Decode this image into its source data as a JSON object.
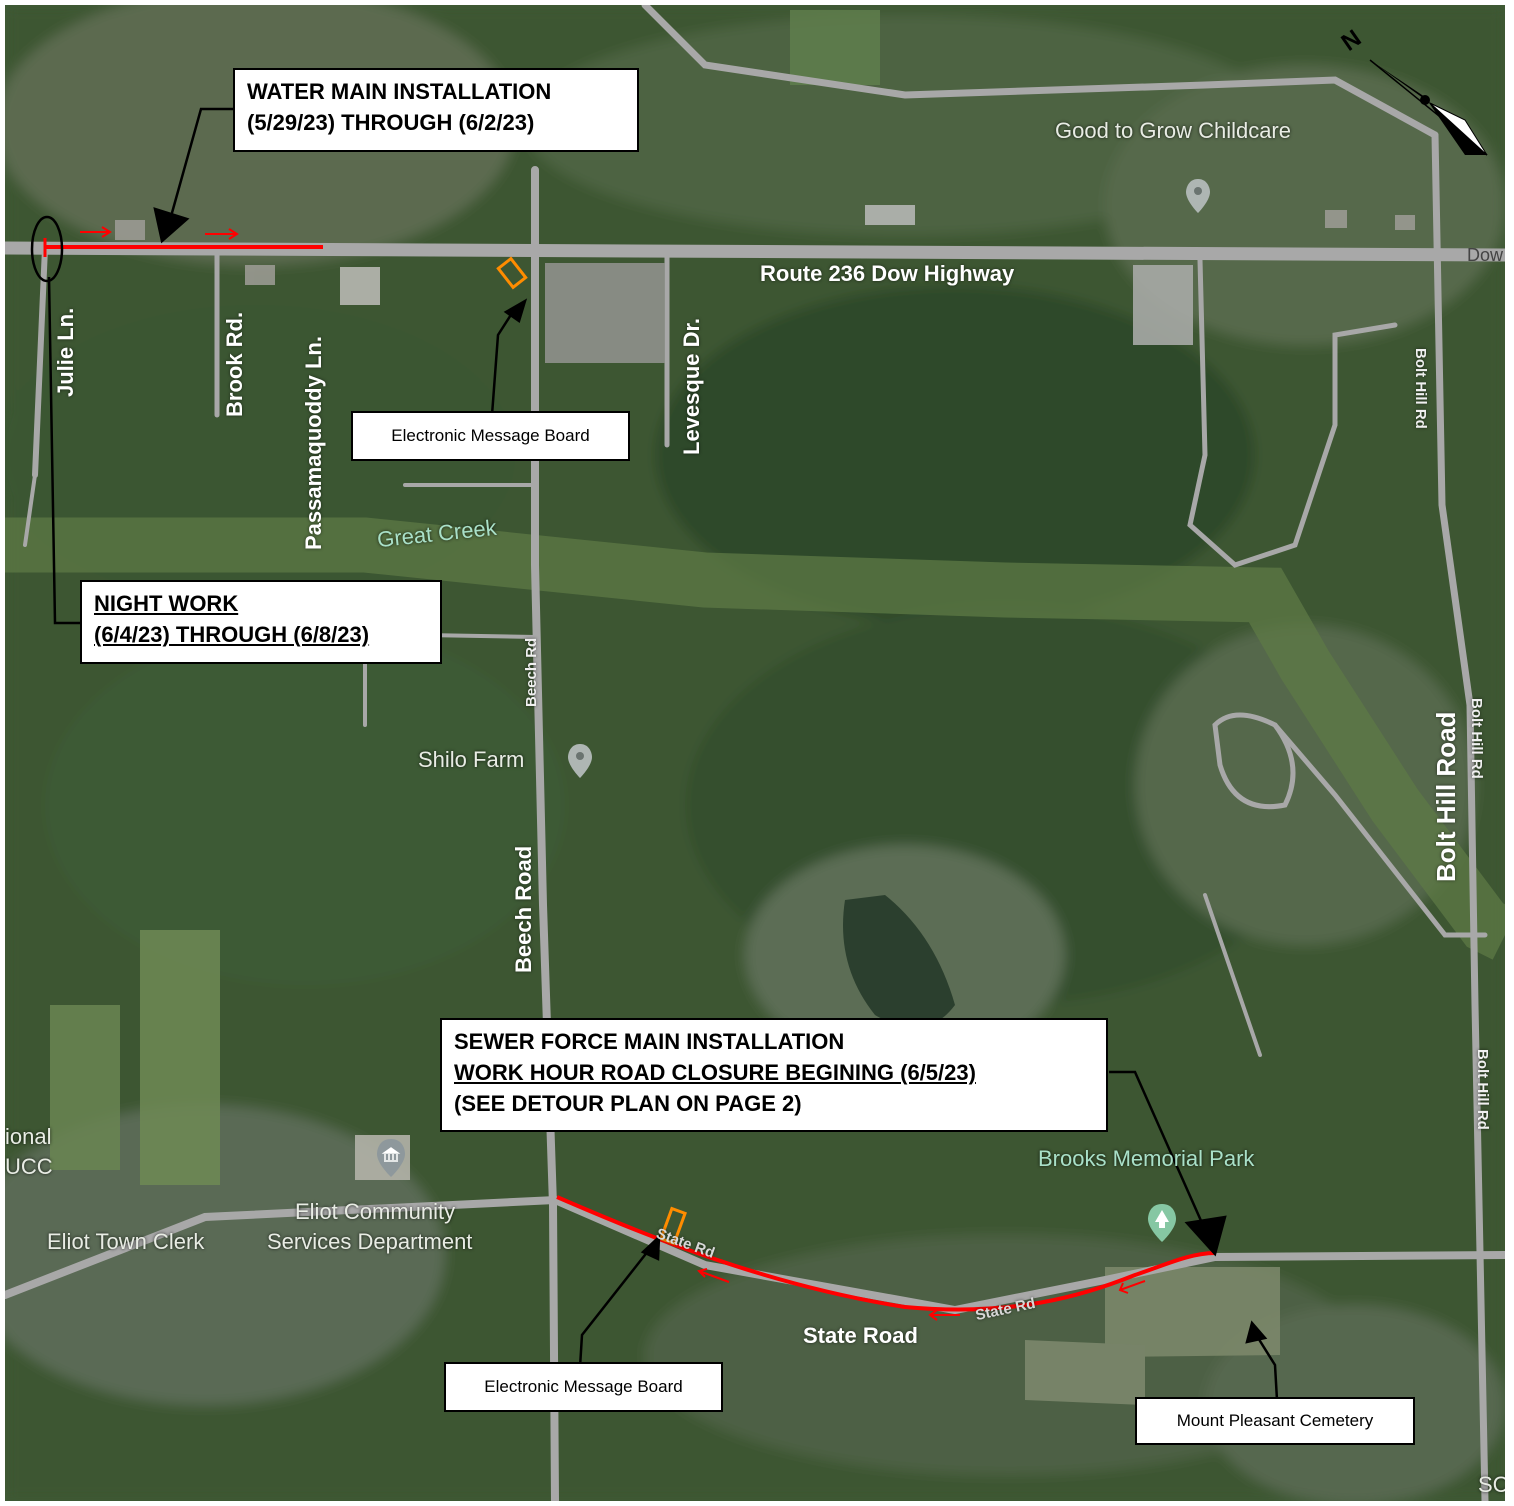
{
  "roads": {
    "route236": "Route 236 Dow Highway",
    "dow_edge": "Dow",
    "julie": "Julie Ln.",
    "brook": "Brook Rd.",
    "passamaquoddy": "Passamaquoddy Ln.",
    "levesque": "Levesque Dr.",
    "beech_small": "Beech Rd",
    "beech": "Beech Road",
    "bolt_hill": "Bolt Hill Road",
    "bolt_hill_small_1": "Bolt Hill Rd",
    "bolt_hill_small_2": "Bolt Hill Rd",
    "bolt_hill_small_3": "Bolt Hill Rd",
    "state": "State Road",
    "state_small": "State Rd",
    "state_small_2": "State Rd"
  },
  "places": {
    "good_to_grow": "Good to Grow Childcare",
    "great_creek": "Great Creek",
    "shilo_farm": "Shilo Farm",
    "brooks_park": "Brooks Memorial Park",
    "eliot_community_1": "Eliot Community",
    "eliot_community_2": "Services Department",
    "eliot_town_clerk": "Eliot Town Clerk",
    "ional": "ional",
    "ucc": "UCC",
    "sc": "SC"
  },
  "callouts": {
    "water_main": {
      "line1": "WATER MAIN INSTALLATION",
      "line2": "(5/29/23) THROUGH (6/2/23)"
    },
    "night_work": {
      "line1": "NIGHT WORK",
      "line2": "(6/4/23) THROUGH (6/8/23)"
    },
    "sewer": {
      "line1": "SEWER FORCE MAIN INSTALLATION",
      "line2": "WORK HOUR ROAD CLOSURE BEGINING (6/5/23)",
      "line3": "(SEE DETOUR PLAN ON PAGE 2)"
    }
  },
  "notes": {
    "message_board_1": "Electronic Message Board",
    "message_board_2": "Electronic Message Board",
    "cemetery": "Mount Pleasant Cemetery"
  },
  "compass": {
    "label": "N"
  },
  "colors": {
    "work_zone": "#ff0000",
    "message_board": "#ff8c00",
    "road": "#a8a8a8",
    "forest": "#3f5a36"
  }
}
